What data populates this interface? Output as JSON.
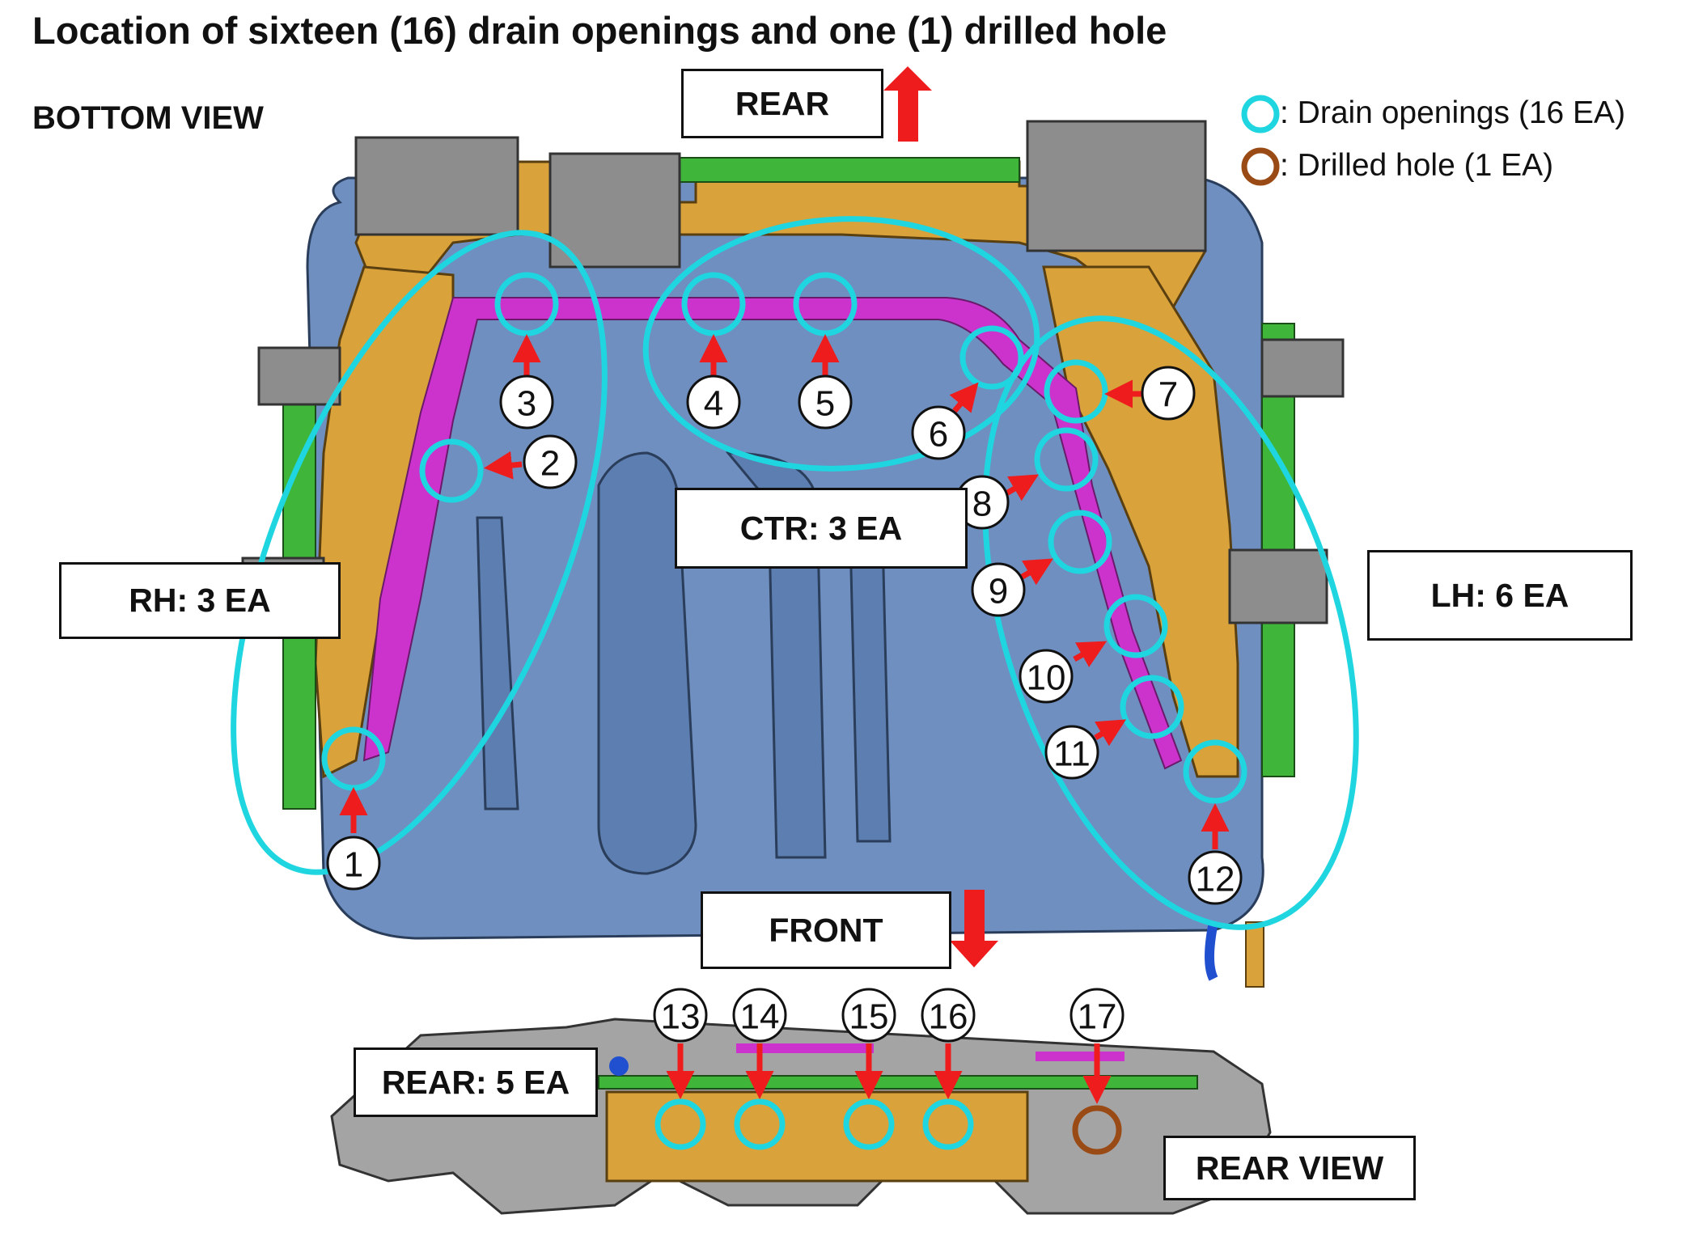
{
  "title": "Location of sixteen (16) drain openings and  one (1) drilled hole",
  "bottom_view_label": "BOTTOM VIEW",
  "rear_view_label": "REAR VIEW",
  "direction": {
    "rear": "REAR",
    "front": "FRONT"
  },
  "legend": {
    "drain": ": Drain openings (16 EA)",
    "drilled": ": Drilled hole (1 EA)"
  },
  "groups": {
    "rh": "RH: 3 EA",
    "ctr": "CTR: 3 EA",
    "lh": "LH: 6 EA",
    "rear": "REAR: 5 EA"
  },
  "callouts": [
    "1",
    "2",
    "3",
    "4",
    "5",
    "6",
    "7",
    "8",
    "9",
    "10",
    "11",
    "12",
    "13",
    "14",
    "15",
    "16",
    "17"
  ],
  "colors": {
    "drain_ring": "#1fd6e0",
    "drilled_ring": "#9a4a14",
    "arrow": "#ee1c1c",
    "tank_blue": "#6e8fbf",
    "frame_orange": "#d9a23a",
    "channel_magenta": "#cc33cc",
    "rail_green": "#3fb53a"
  }
}
